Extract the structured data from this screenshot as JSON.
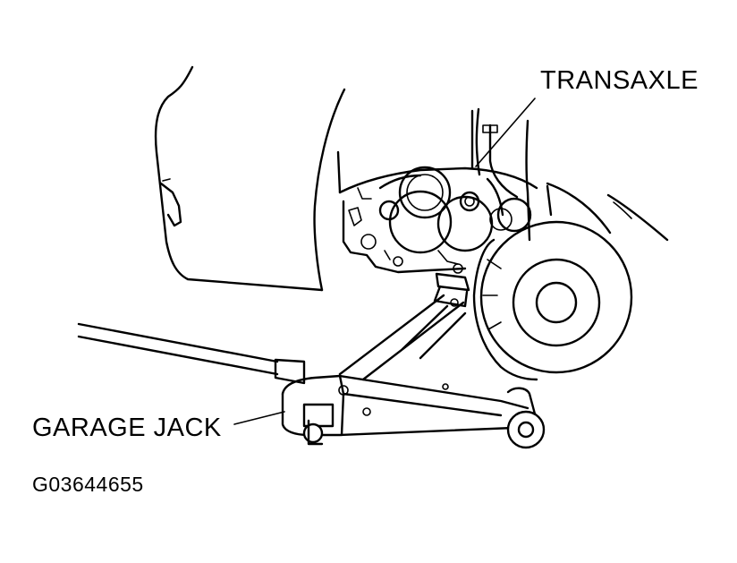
{
  "labels": {
    "transaxle": "TRANSAXLE",
    "garage_jack": "GARAGE JACK",
    "figure_id": "G03644655"
  },
  "colors": {
    "line": "#000000",
    "background": "#ffffff"
  }
}
